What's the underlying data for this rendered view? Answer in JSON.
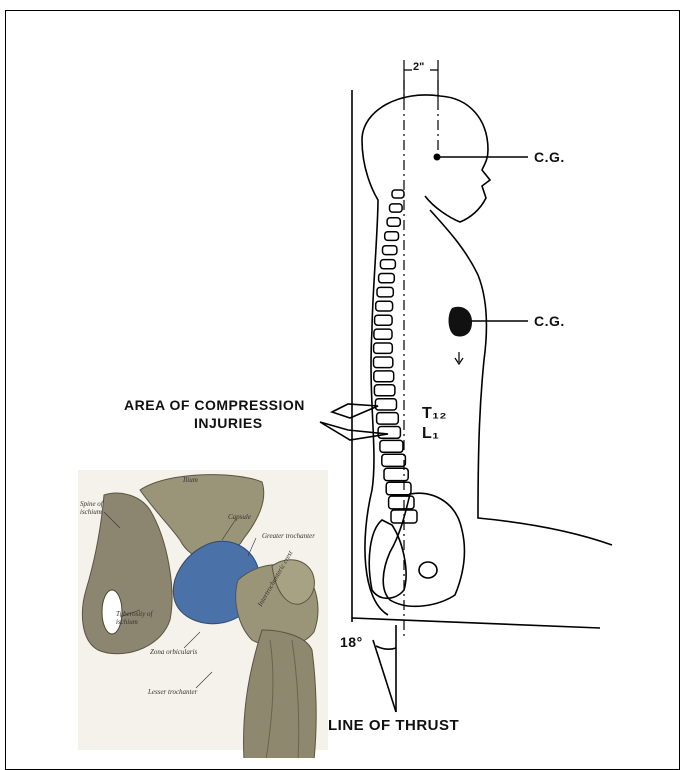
{
  "figure": {
    "dimension_label": "2\"",
    "cg_head_label": "C.G.",
    "cg_torso_label": "C.G.",
    "compression_label_line1": "AREA OF COMPRESSION",
    "compression_label_line2": "INJURIES",
    "vertebra_upper_label": "T₁₂",
    "vertebra_lower_label": "L₁",
    "angle_label": "18°",
    "thrust_label": "LINE OF THRUST"
  },
  "hip_illustration": {
    "labels": {
      "ilium": "Ilium",
      "spine_of_ischium": "Spine of ischium",
      "capsule": "Capsule",
      "greater_trochanter": "Greater trochanter",
      "tuberosity": "Tuberosity of ischium",
      "zona_orbicularis": "Zona orbicularis",
      "lesser_trochanter": "Lesser trochanter",
      "intertrochanteric_crest": "Intertrochanteric crest"
    },
    "colors": {
      "bone": "#9a9478",
      "capsule": "#4a72a8"
    }
  }
}
